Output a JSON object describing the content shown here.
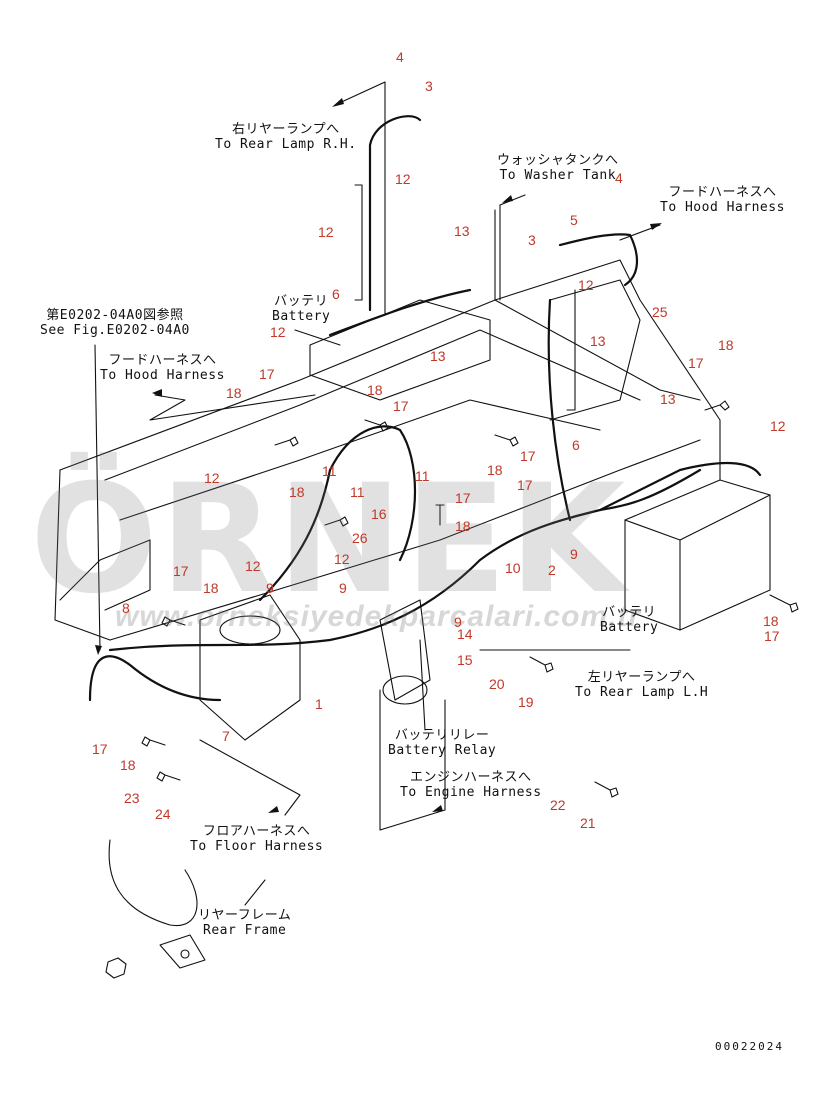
{
  "labels": {
    "rear_lamp_rh": {
      "jp": "右リヤーランプへ",
      "en": "To Rear Lamp R.H."
    },
    "washer_tank": {
      "jp": "ウォッシャタンクへ",
      "en": "To Washer Tank"
    },
    "hood_harness_right": {
      "jp": "フードハーネスへ",
      "en": "To Hood Harness"
    },
    "see_fig": {
      "jp": "第E0202-04A0図参照",
      "en": "See Fig.E0202-04A0"
    },
    "hood_harness_left": {
      "jp": "フードハーネスへ",
      "en": "To Hood Harness"
    },
    "battery_top": {
      "jp": "バッテリ",
      "en": "Battery"
    },
    "battery_right": {
      "jp": "バッテリ",
      "en": "Battery"
    },
    "rear_lamp_lh": {
      "jp": "左リヤーランプへ",
      "en": "To Rear Lamp L.H"
    },
    "battery_relay": {
      "jp": "バッテリリレー",
      "en": "Battery Relay"
    },
    "engine_harness": {
      "jp": "エンジンハーネスへ",
      "en": "To Engine Harness"
    },
    "floor_harness": {
      "jp": "フロアハーネスへ",
      "en": "To Floor Harness"
    },
    "rear_frame": {
      "jp": "リヤーフレーム",
      "en": "Rear Frame"
    }
  },
  "drawing_code": "00022024",
  "watermark": {
    "brand": "ÖRNEK",
    "url": "www.orneksiyedekparcalari.com.tr"
  },
  "callouts": [
    "4",
    "3",
    "12",
    "12",
    "4",
    "5",
    "13",
    "3",
    "12",
    "13",
    "25",
    "12",
    "6",
    "13",
    "18",
    "17",
    "18",
    "13",
    "18",
    "17",
    "17",
    "12",
    "18",
    "17",
    "11",
    "11",
    "18",
    "17",
    "11",
    "12",
    "16",
    "18",
    "6",
    "17",
    "9",
    "26",
    "12",
    "2",
    "10",
    "9",
    "17",
    "18",
    "12",
    "9",
    "9",
    "14",
    "15",
    "18",
    "17",
    "8",
    "20",
    "19",
    "7",
    "1",
    "17",
    "18",
    "23",
    "24",
    "22",
    "21"
  ],
  "colors": {
    "line": "#111111",
    "callout": "#c0392b",
    "watermark": "#9a9a9a"
  }
}
